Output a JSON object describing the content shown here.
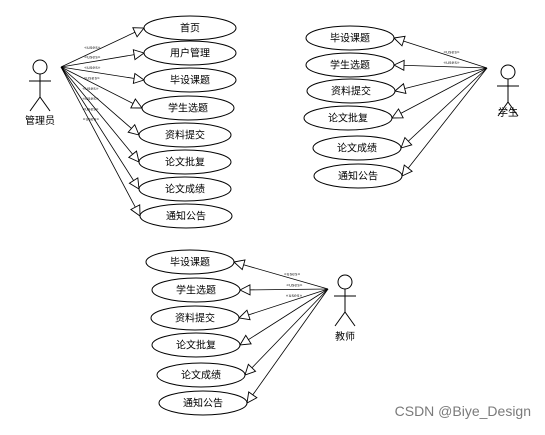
{
  "stereotype_label": "«uses»",
  "watermark": "CSDN @Biye_Design",
  "actors": {
    "admin": {
      "label": "管理员",
      "use_cases": [
        "首页",
        "用户管理",
        "毕设课题",
        "学生选题",
        "资料提交",
        "论文批复",
        "论文成绩",
        "通知公告"
      ]
    },
    "student": {
      "label": "学生",
      "use_cases": [
        "毕设课题",
        "学生选题",
        "资料提交",
        "论文批复",
        "论文成绩",
        "通知公告"
      ]
    },
    "teacher": {
      "label": "教师",
      "use_cases": [
        "毕设课题",
        "学生选题",
        "资料提交",
        "论文批复",
        "论文成绩",
        "通知公告"
      ]
    }
  }
}
